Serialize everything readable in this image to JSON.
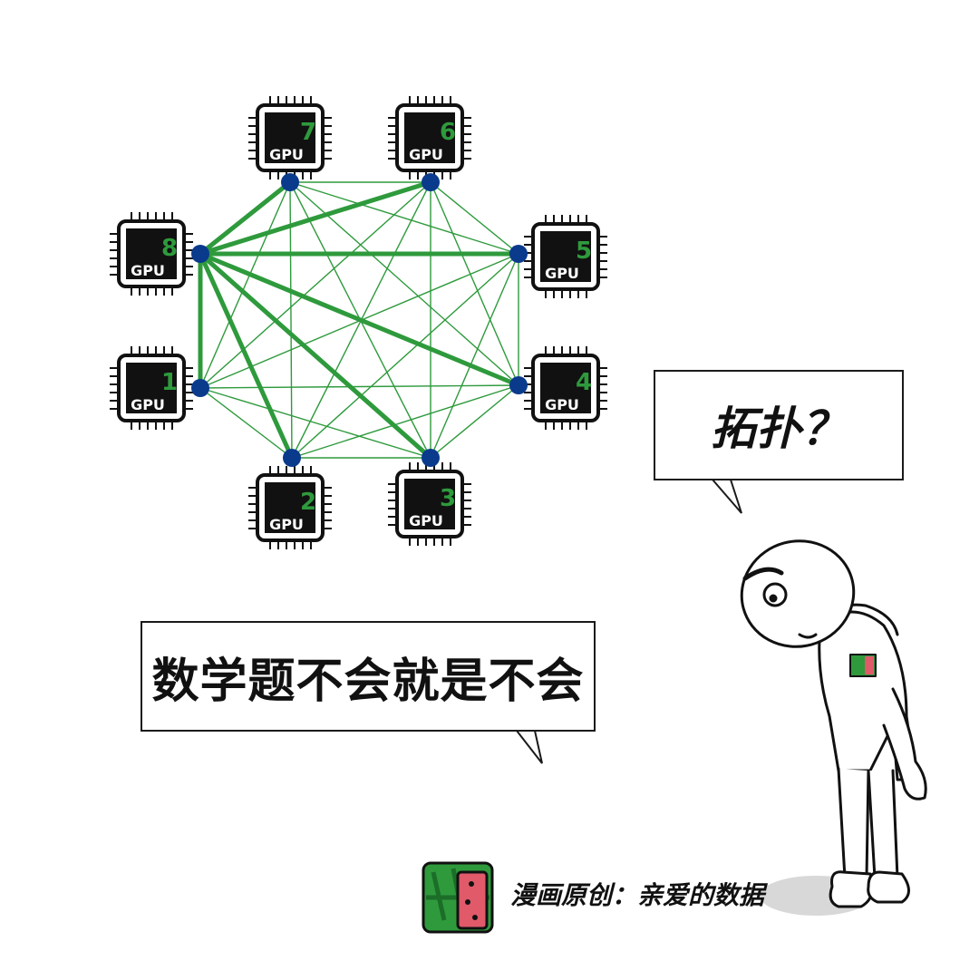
{
  "gpus": [
    {
      "id": "1",
      "label": "GPU"
    },
    {
      "id": "2",
      "label": "GPU"
    },
    {
      "id": "3",
      "label": "GPU"
    },
    {
      "id": "4",
      "label": "GPU"
    },
    {
      "id": "5",
      "label": "GPU"
    },
    {
      "id": "6",
      "label": "GPU"
    },
    {
      "id": "7",
      "label": "GPU"
    },
    {
      "id": "8",
      "label": "GPU"
    }
  ],
  "bubbles": {
    "topology": "拓扑？",
    "math": "数学题不会就是不会"
  },
  "credit": "漫画原创：亲爱的数据",
  "colors": {
    "link_green": "#2e9a3c",
    "node_blue": "#0a3a8c",
    "chip_number_green": "#2e9a3c",
    "chip_body": "#111111",
    "watermelon_red": "#e05a6a"
  },
  "icons": {
    "logo": "watermelon-cube-icon"
  }
}
